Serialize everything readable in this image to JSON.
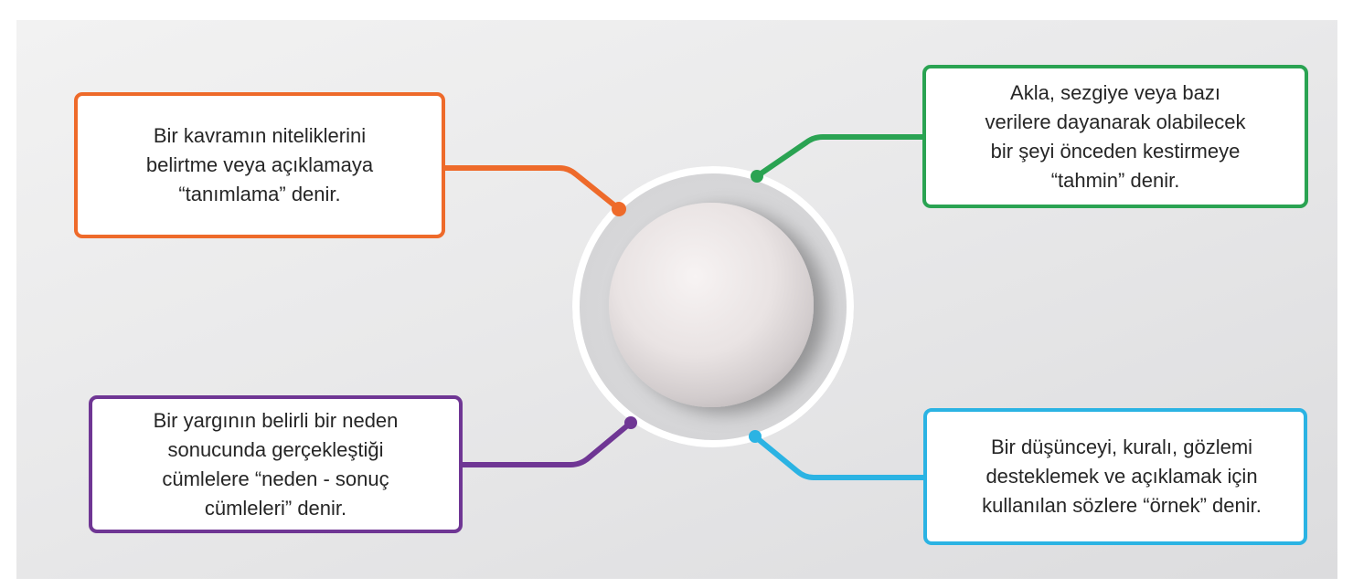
{
  "colors": {
    "orange": "#ee6a2a",
    "green": "#2aa352",
    "purple": "#6f3694",
    "cyan": "#2bb3e3"
  },
  "boxes": {
    "tanimlama": {
      "text": "Bir kavramın niteliklerini\nbelirtme veya açıklamaya\n“tanımlama” denir.",
      "color": "orange"
    },
    "tahmin": {
      "text": "Akla, sezgiye veya bazı\nverilere dayanarak olabilecek\nbir şeyi önceden kestirmeye\n“tahmin” denir.",
      "color": "green"
    },
    "neden_sonuc": {
      "text": "Bir yargının belirli bir neden\nsonucunda gerçekleştiği\ncümlelere “neden - sonuç\ncümleleri” denir.",
      "color": "purple"
    },
    "ornek": {
      "text": "Bir düşünceyi, kuralı, gözlemi\ndesteklemek ve açıklamak için\nkullanılan sözlere “örnek” denir.",
      "color": "cyan"
    }
  }
}
